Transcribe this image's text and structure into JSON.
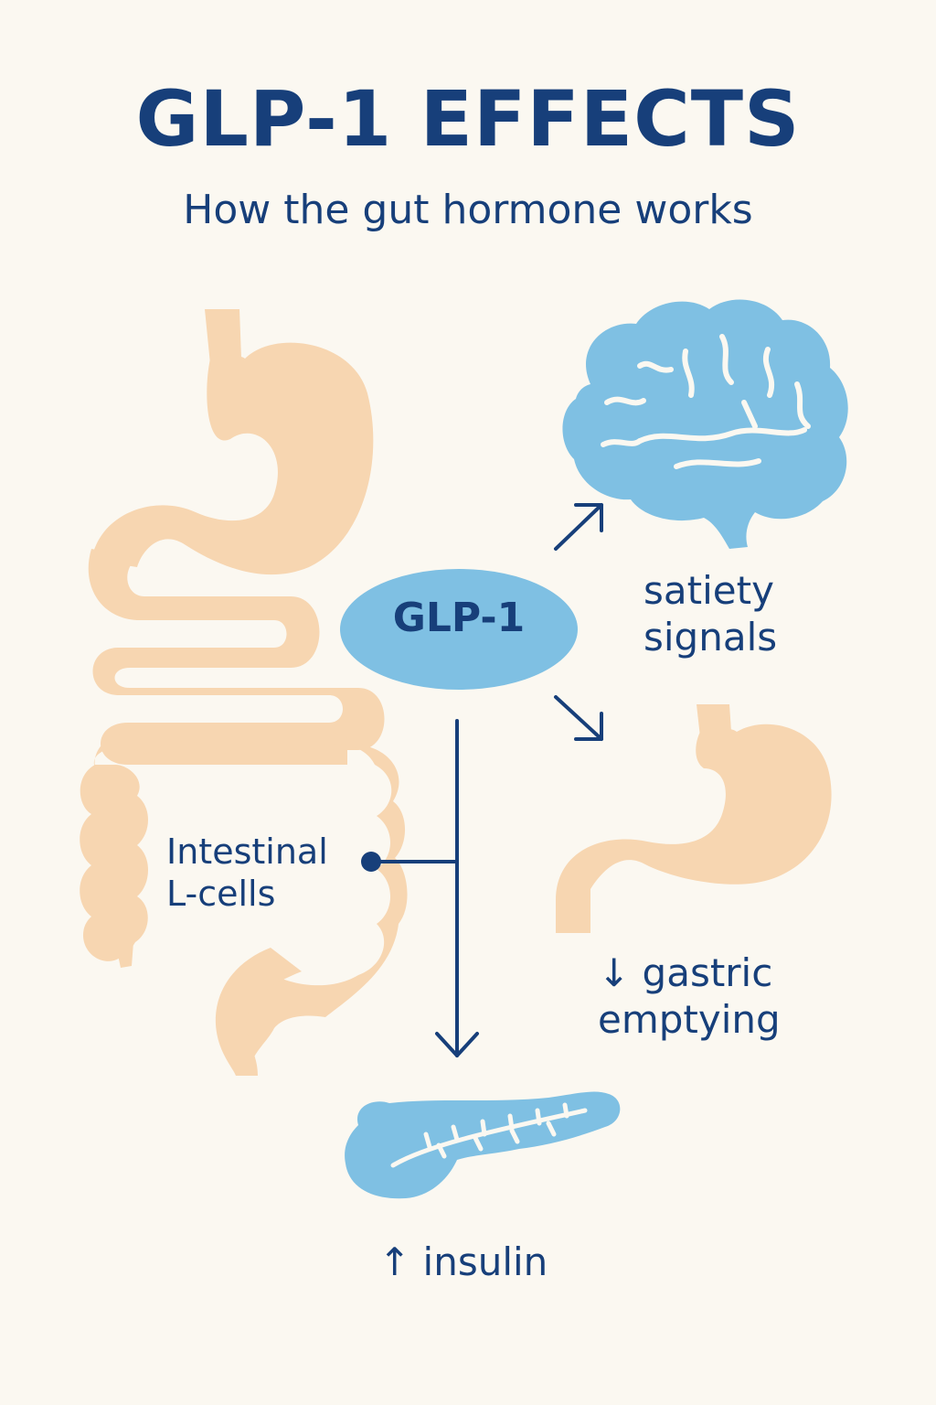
{
  "title": "GLP-1 EFFECTS",
  "subtitle": "How the gut hormone works",
  "hub": {
    "label": "GLP-1"
  },
  "source": {
    "line1": "Intestinal",
    "line2": "L-cells"
  },
  "effects": {
    "brain": {
      "line1": "satiety",
      "line2": "signals"
    },
    "stomach": {
      "line1": "↓ gastric",
      "line2": "emptying"
    },
    "pancreas": {
      "line1": "↑ insulin"
    }
  },
  "colors": {
    "background": "#fbf8f1",
    "navy": "#173f7a",
    "organ_peach": "#f7d6b1",
    "organ_blue": "#7fc0e3"
  },
  "icons": [
    "digestive-tract-icon",
    "brain-icon",
    "stomach-icon",
    "pancreas-icon"
  ]
}
